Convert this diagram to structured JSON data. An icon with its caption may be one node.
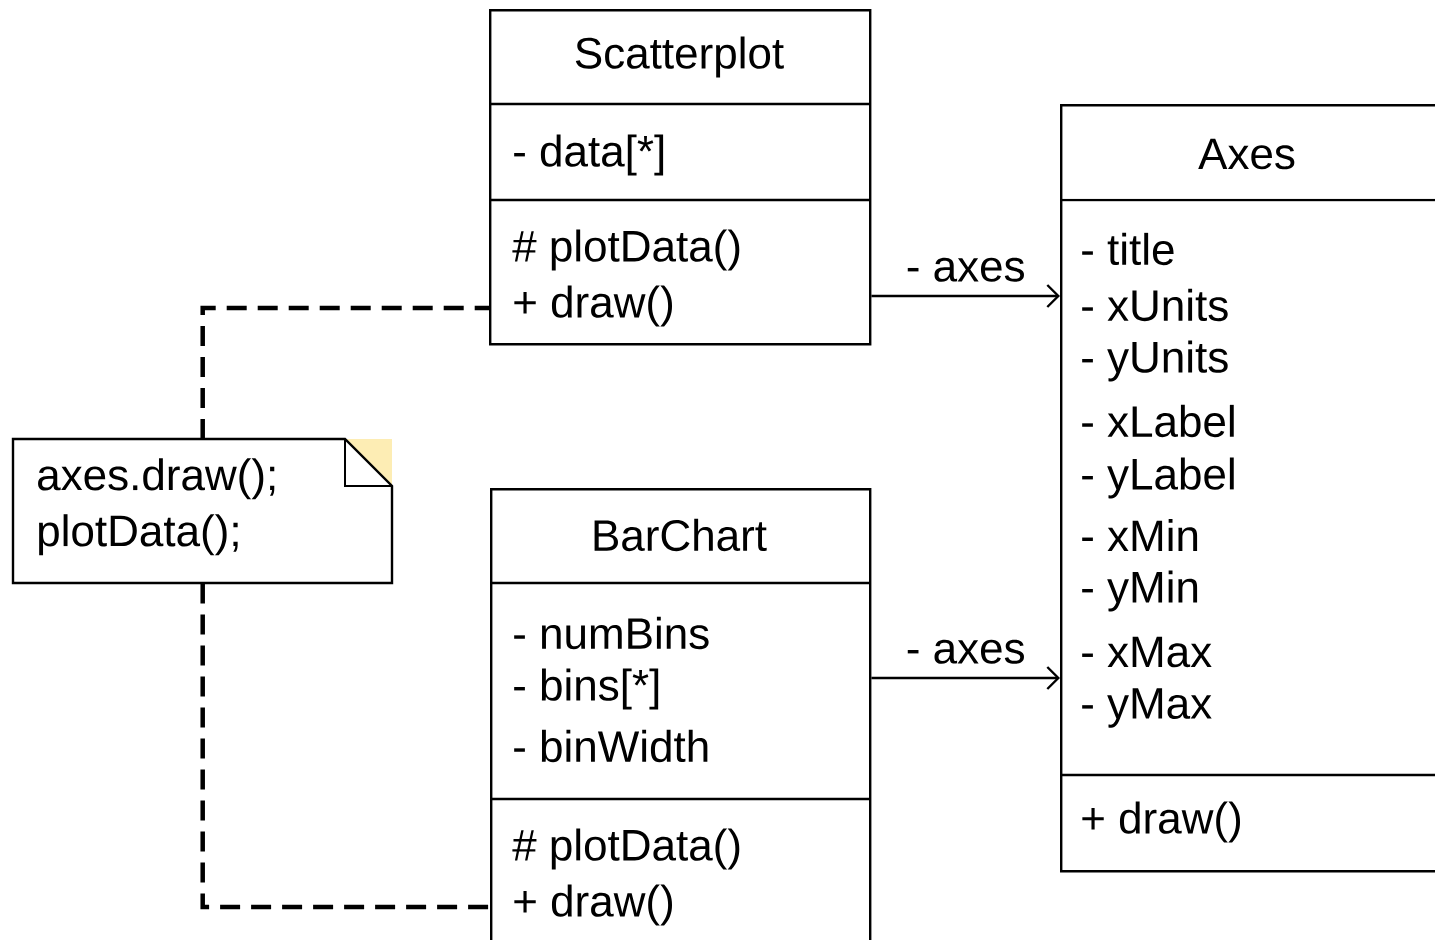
{
  "diagram": {
    "nodes": [
      {
        "text": [
          "Scatterplot",
          "- data[*]",
          "# plotData()",
          "+ draw()"
        ]
      },
      {
        "text": [
          "Axes",
          "- title",
          "- xUnits",
          "- yUnits",
          "- xLabel",
          "- yLabel",
          "- xMin",
          "- yMin",
          "- xMax",
          "- yMax",
          "+ draw()"
        ]
      },
      {
        "text": [
          "axes.draw(); plotData();"
        ]
      },
      {
        "text": [
          "BarChart",
          "- numBins",
          "- bins[*]",
          "- binWidth",
          "# plotData()",
          "+ draw()"
        ]
      }
    ],
    "edges": [
      {
        "from": 0,
        "to": 1,
        "arrow": "to",
        "label": "- axes"
      },
      {
        "from": 3,
        "to": 1,
        "arrow": "to",
        "label": "- axes"
      },
      {
        "from": 2,
        "to": 0,
        "arrow": "none",
        "style": "dashed"
      },
      {
        "from": 2,
        "to": 3,
        "arrow": "none",
        "style": "dashed"
      }
    ]
  }
}
